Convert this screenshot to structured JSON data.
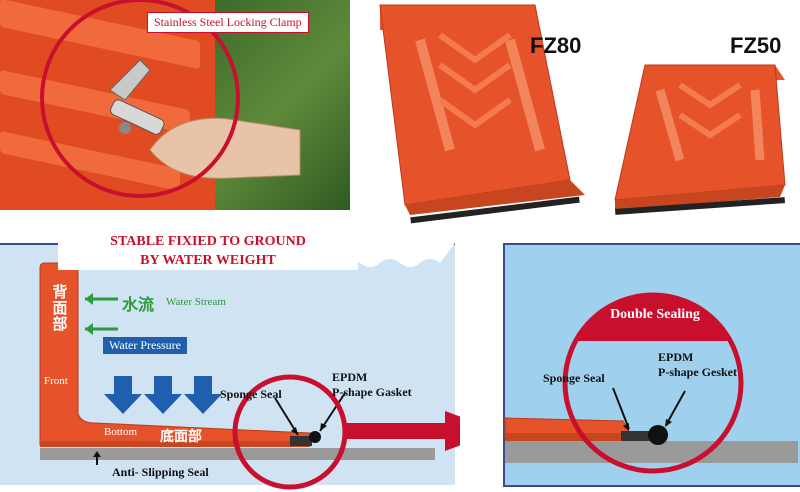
{
  "photo": {
    "clamp_label": "Stainless Steel Locking Clamp"
  },
  "products": [
    {
      "model": "FZ80"
    },
    {
      "model": "FZ50"
    }
  ],
  "diagram_main": {
    "title_line1": "STABLE FIXIED TO GROUND",
    "title_line2": "BY WATER WEIGHT",
    "back_chinese": "背面部",
    "front": "Front",
    "water_stream_cn": "水流",
    "water_stream": "Water Stream",
    "water_pressure": "Water Pressure",
    "bottom": "Bottom",
    "bottom_chinese": "底面部",
    "sponge_seal": "Sponge Seal",
    "epdm": "EPDM",
    "gasket": "P-shape Gasket",
    "anti_slip": "Anti- Slipping Seal"
  },
  "diagram_zoom": {
    "double_sealing": "Double Sealing",
    "sponge_seal": "Sponge Seal",
    "epdm": "EPDM",
    "gasket": "P-shape Gesket"
  },
  "colors": {
    "accent_red": "#c8102e",
    "barrier_orange": "#e6532b",
    "water": "#cfe3f3",
    "green": "#2e9a3a",
    "arrow_blue": "#1f5fae"
  }
}
